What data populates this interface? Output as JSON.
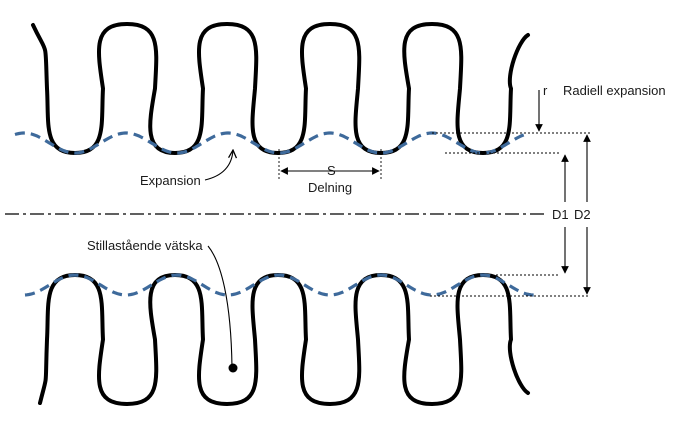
{
  "labels": {
    "radial": "Radiell expansion",
    "r": "r",
    "expansion": "Expansion",
    "s": "S",
    "pitch": "Delning",
    "d1": "D1",
    "d2": "D2",
    "stagnant": "Stillastående vätska"
  },
  "colors": {
    "bellows": "#000000",
    "expanded_profile": "#3e6a9b",
    "text": "#1a1a1a"
  }
}
